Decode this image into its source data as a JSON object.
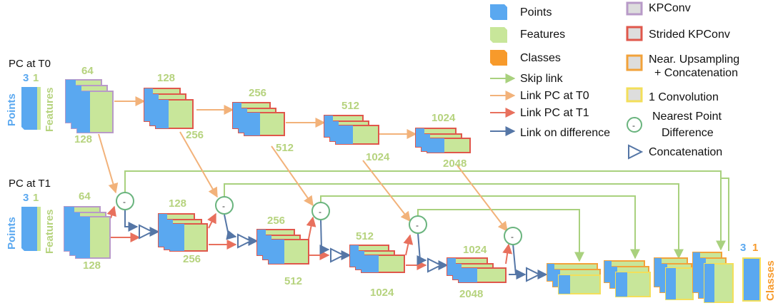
{
  "inputs": {
    "t0": {
      "title": "PC at T0",
      "points_dim": "3",
      "features_dim": "1",
      "points_label": "Points",
      "features_label": "Features"
    },
    "t1": {
      "title": "PC at T1",
      "points_dim": "3",
      "features_dim": "1",
      "points_label": "Points",
      "features_label": "Features"
    }
  },
  "encoder_t0": [
    {
      "top": "64",
      "bottom": "128"
    },
    {
      "top": "128",
      "bottom": "256"
    },
    {
      "top": "256",
      "bottom": "512"
    },
    {
      "top": "512",
      "bottom": "1024"
    },
    {
      "top": "1024",
      "bottom": "2048"
    }
  ],
  "encoder_t1": [
    {
      "top": "64",
      "bottom": "128"
    },
    {
      "top": "128",
      "bottom": "256"
    },
    {
      "top": "256",
      "bottom": "512"
    },
    {
      "top": "512",
      "bottom": "1024"
    },
    {
      "top": "1024",
      "bottom": "2048"
    }
  ],
  "difference_symbol": "-",
  "output": {
    "classes_dim": "3",
    "extra_dim": "1",
    "classes_label": "Classes"
  },
  "legend_left": [
    "Points",
    "Features",
    "Classes",
    "Skip link",
    "Link PC at T0",
    "Link PC at T1",
    "Link on difference"
  ],
  "legend_right": [
    "KPConv",
    "Strided KPConv",
    "Near. Upsampling",
    "+ Concatenation",
    "1 Convolution",
    "Nearest Point",
    "Difference",
    "Concatenation"
  ],
  "colors": {
    "points": "#5aa8f0",
    "features": "#c8e69a",
    "classes": "#f79a2b",
    "kpconv_border": "#b89ac8",
    "strided_border": "#e0574b",
    "upsampling_border": "#f2a23a",
    "conv1_border": "#f3df5a",
    "skip_link": "#a9d17e",
    "link_t0": "#f2b27a",
    "link_t1": "#e8705d",
    "link_diff": "#5576a6",
    "nearest_point": "#6ab47e"
  }
}
